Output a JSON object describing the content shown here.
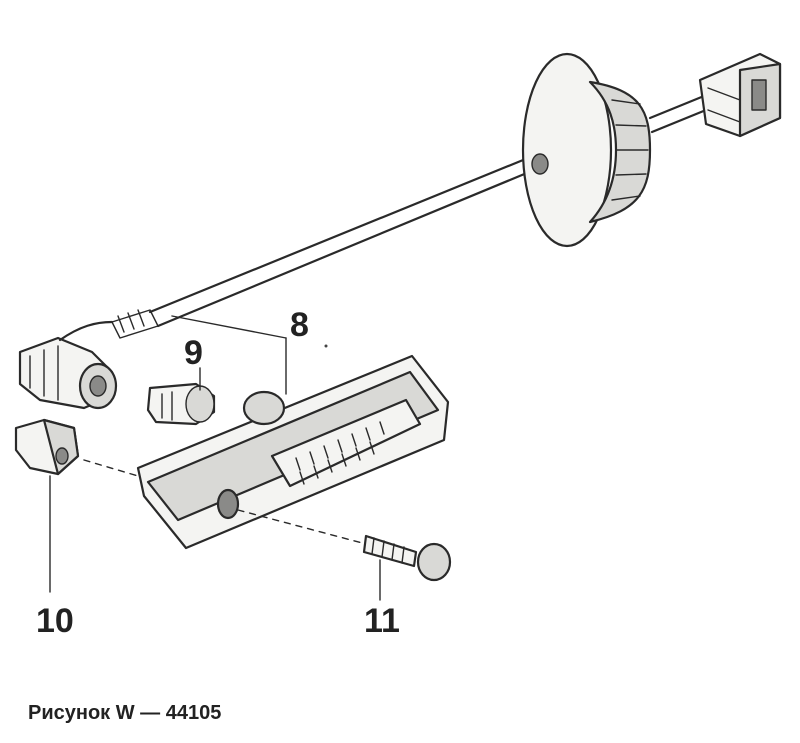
{
  "callouts": {
    "part_8": "8",
    "part_9": "9",
    "part_10": "10",
    "part_11": "11"
  },
  "caption": "Рисунок W — 44105"
}
